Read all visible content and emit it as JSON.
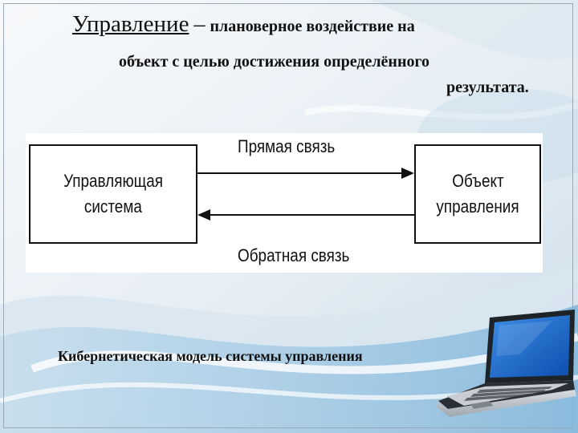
{
  "slide": {
    "title_term": "Управление",
    "title_dash": "–",
    "title_rest_line1": "плановерное воздействие на",
    "title_line2": "объект с целью достижения определённого",
    "title_line3": "результата."
  },
  "diagram": {
    "left_box_line1": "Управляющая",
    "left_box_line2": "система",
    "right_box_line1": "Объект",
    "right_box_line2": "управления",
    "forward_label": "Прямая связь",
    "back_label": "Обратная связь"
  },
  "caption": "Кибернетическая  модель системы управления",
  "colors": {
    "accent_blue": "#2a7fd0",
    "arrow": "#111111",
    "screen_blue": "#1a64c8"
  }
}
